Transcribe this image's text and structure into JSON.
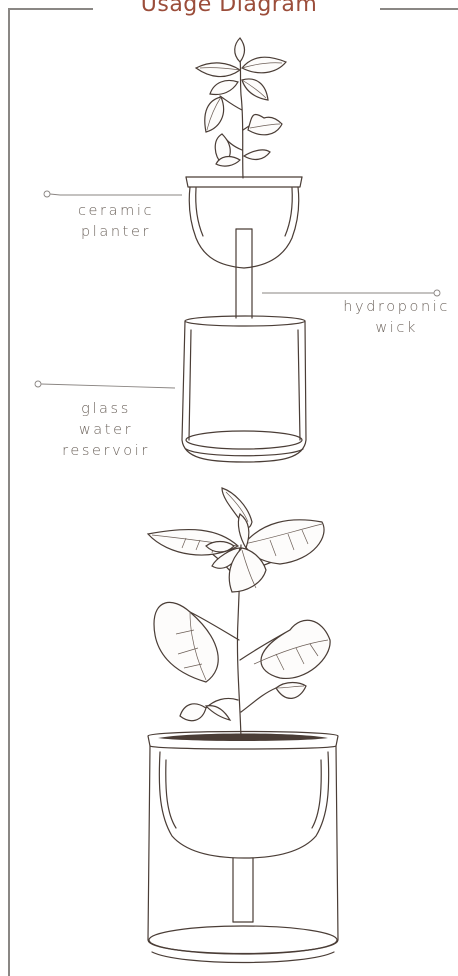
{
  "diagram": {
    "title": "Usage Diagram",
    "labels": {
      "ceramic_planter": [
        "ceramic",
        "planter"
      ],
      "hydroponic_wick": [
        "hydroponic",
        "wick"
      ],
      "glass_water_reservoir": [
        "glass",
        "water",
        "reservoir"
      ]
    },
    "icons": [
      "basil-plant-icon",
      "self-watering-pot-icon"
    ]
  }
}
